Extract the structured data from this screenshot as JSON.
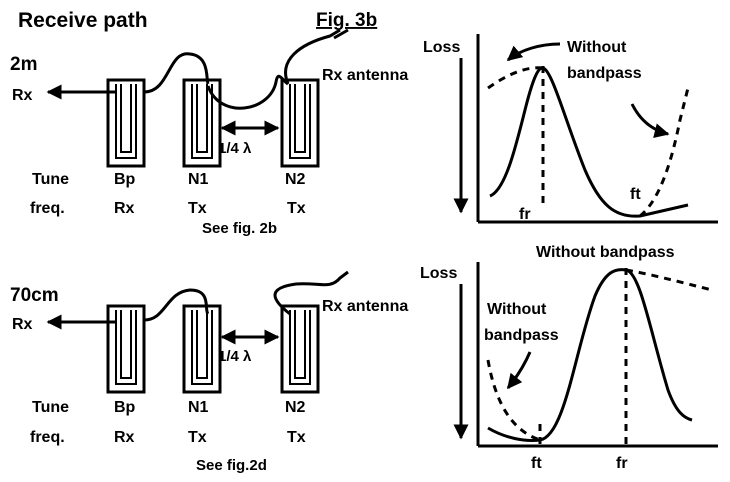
{
  "title": "Receive path",
  "figure_label": "Fig. 3b",
  "top": {
    "band": "2m",
    "rx_label": "Rx",
    "antenna_label": "Rx antenna",
    "spacing_label": "1/4 λ",
    "row1": [
      "Tune",
      "Bp",
      "N1",
      "N2"
    ],
    "row2": [
      "freq.",
      "Rx",
      "Tx",
      "Tx"
    ],
    "see_label": "See fig. 2b",
    "graph": {
      "ylabel": "Loss",
      "annotation": [
        "Without",
        "bandpass"
      ],
      "fr": "fr",
      "ft": "ft"
    }
  },
  "bottom": {
    "band": "70cm",
    "rx_label": "Rx",
    "antenna_label": "Rx antenna",
    "spacing_label": "1/4 λ",
    "row1": [
      "Tune",
      "Bp",
      "N1",
      "N2"
    ],
    "row2": [
      "freq.",
      "Rx",
      "Tx",
      "Tx"
    ],
    "see_label": "See fig.2d",
    "graph": {
      "ylabel": "Loss",
      "annotation_top": "Without bandpass",
      "annotation_left": [
        "Without",
        "bandpass"
      ],
      "ft": "ft",
      "fr": "fr"
    }
  }
}
